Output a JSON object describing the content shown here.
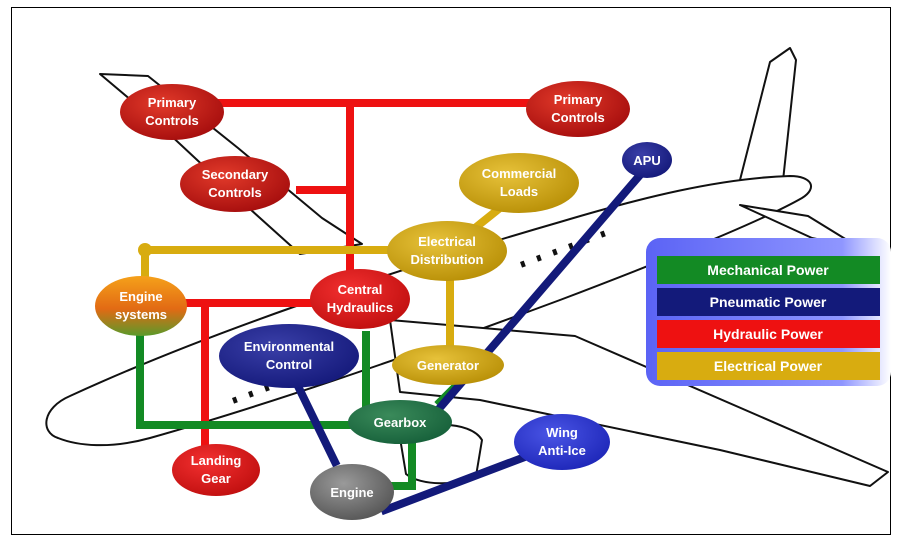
{
  "nodes": {
    "primary_controls_left": [
      "Primary",
      "Controls"
    ],
    "primary_controls_right": [
      "Primary",
      "Controls"
    ],
    "secondary_controls": [
      "Secondary",
      "Controls"
    ],
    "commercial_loads": [
      "Commercial",
      "Loads"
    ],
    "apu": [
      "APU"
    ],
    "electrical_distribution": [
      "Electrical",
      "Distribution"
    ],
    "engine_systems": [
      "Engine",
      "systems"
    ],
    "central_hydraulics": [
      "Central",
      "Hydraulics"
    ],
    "environmental_control": [
      "Environmental",
      "Control"
    ],
    "generator": [
      "Generator"
    ],
    "gearbox": [
      "Gearbox"
    ],
    "wing_anti_ice": [
      "Wing",
      "Anti-Ice"
    ],
    "landing_gear": [
      "Landing",
      "Gear"
    ],
    "engine": [
      "Engine"
    ]
  },
  "legend": [
    {
      "label": "Mechanical Power",
      "color": "#138a24"
    },
    {
      "label": "Pneumatic Power",
      "color": "#131a7a"
    },
    {
      "label": "Hydraulic Power",
      "color": "#ee1111"
    },
    {
      "label": "Electrical Power",
      "color": "#d8ac10"
    }
  ],
  "colors": {
    "mechanical": "#138a24",
    "pneumatic": "#131a7a",
    "hydraulic": "#ee1111",
    "electrical": "#d8ac10"
  }
}
